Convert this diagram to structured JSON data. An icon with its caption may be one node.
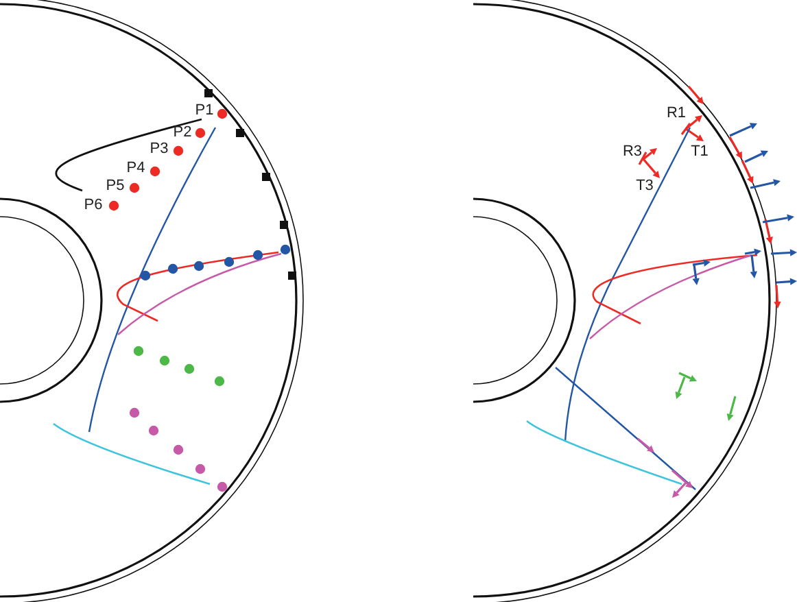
{
  "diagram": {
    "labels": [
      "P1",
      "P2",
      "P3",
      "P4",
      "P5",
      "P6",
      "R1",
      "T1",
      "R3",
      "T3"
    ]
  }
}
